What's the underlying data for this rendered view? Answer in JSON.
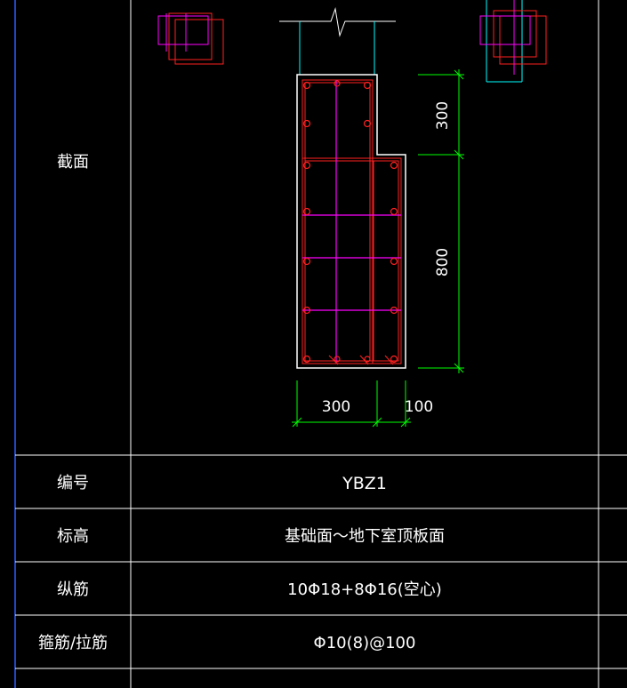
{
  "table": {
    "rows": [
      {
        "label": "截面",
        "value": ""
      },
      {
        "label": "编号",
        "value": "YBZ1"
      },
      {
        "label": "标高",
        "value": "基础面～地下室顶板面"
      },
      {
        "label": "纵筋",
        "value": "10Φ18+8Φ16(空心)"
      },
      {
        "label": "箍筋/拉筋",
        "value": "Φ10(8)@100"
      }
    ]
  },
  "section": {
    "dimensions": {
      "upper_height": "300",
      "lower_height": "800",
      "main_width": "300",
      "offset_width": "100"
    }
  },
  "colors": {
    "background": "#000000",
    "grid": "#ffffff",
    "outline": "#ffffff",
    "dimension": "#00ff00",
    "stirrup": "#ff2020",
    "tie": "#ff00ff",
    "wall": "#00ffff",
    "border": "#2a5fff"
  }
}
